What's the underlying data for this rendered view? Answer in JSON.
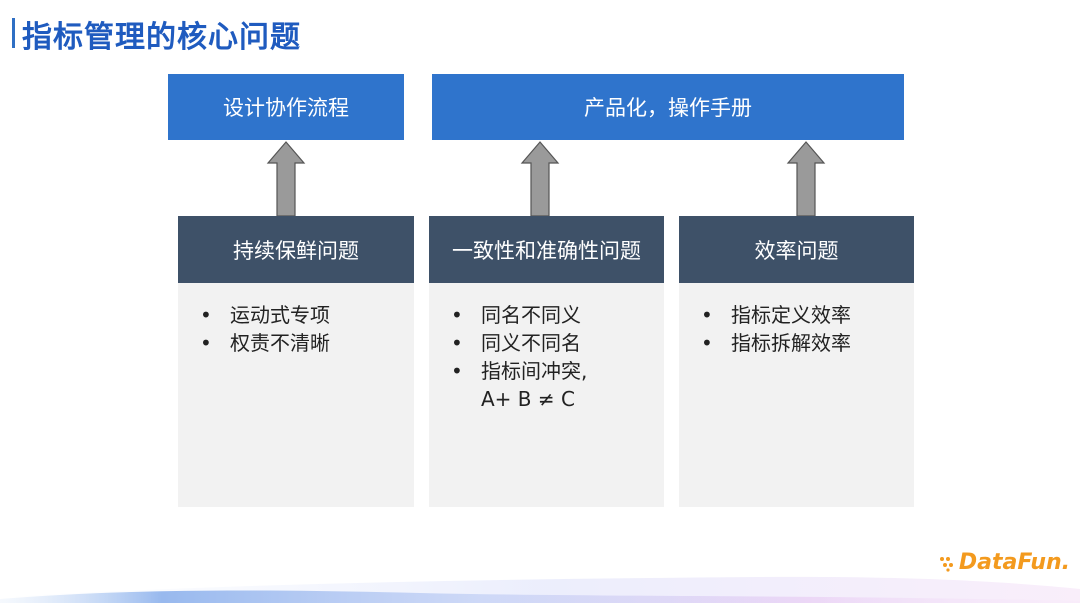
{
  "title": "指标管理的核心问题",
  "top_boxes": [
    {
      "label": "设计协作流程"
    },
    {
      "label": "产品化，操作手册"
    }
  ],
  "columns": [
    {
      "header": "持续保鲜问题",
      "items": [
        "运动式专项",
        "权责不清晰"
      ]
    },
    {
      "header": "一致性和准确性问题",
      "items": [
        "同名不同义",
        "同义不同名",
        "指标间冲突,"
      ],
      "continuation": "A+ B ≠ C"
    },
    {
      "header": "效率问题",
      "items": [
        "指标定义效率",
        "指标拆解效率"
      ]
    }
  ],
  "logo": {
    "text": "DataFun."
  },
  "colors": {
    "title": "#1f5bbf",
    "top_box": "#2f74cc",
    "column_header": "#3e5168",
    "column_body": "#f2f2f2",
    "arrow": "#9a9a9a",
    "logo": "#f39a1e"
  }
}
